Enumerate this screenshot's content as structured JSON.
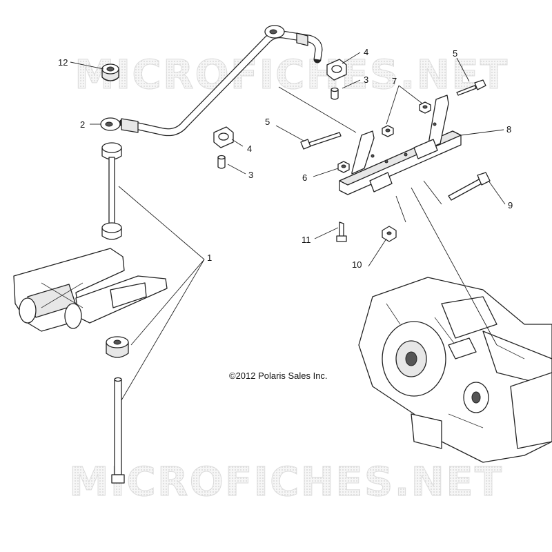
{
  "diagram": {
    "copyright": "©2012 Polaris Sales Inc.",
    "watermark": "MICROFICHES.NET",
    "callouts": [
      {
        "id": "c1",
        "label": "1"
      },
      {
        "id": "c2",
        "label": "2"
      },
      {
        "id": "c3a",
        "label": "3"
      },
      {
        "id": "c3b",
        "label": "3"
      },
      {
        "id": "c4a",
        "label": "4"
      },
      {
        "id": "c4b",
        "label": "4"
      },
      {
        "id": "c5a",
        "label": "5"
      },
      {
        "id": "c5b",
        "label": "5"
      },
      {
        "id": "c6",
        "label": "6"
      },
      {
        "id": "c7",
        "label": "7"
      },
      {
        "id": "c8",
        "label": "8"
      },
      {
        "id": "c9",
        "label": "9"
      },
      {
        "id": "c10",
        "label": "10"
      },
      {
        "id": "c11",
        "label": "11"
      },
      {
        "id": "c12",
        "label": "12"
      }
    ]
  }
}
